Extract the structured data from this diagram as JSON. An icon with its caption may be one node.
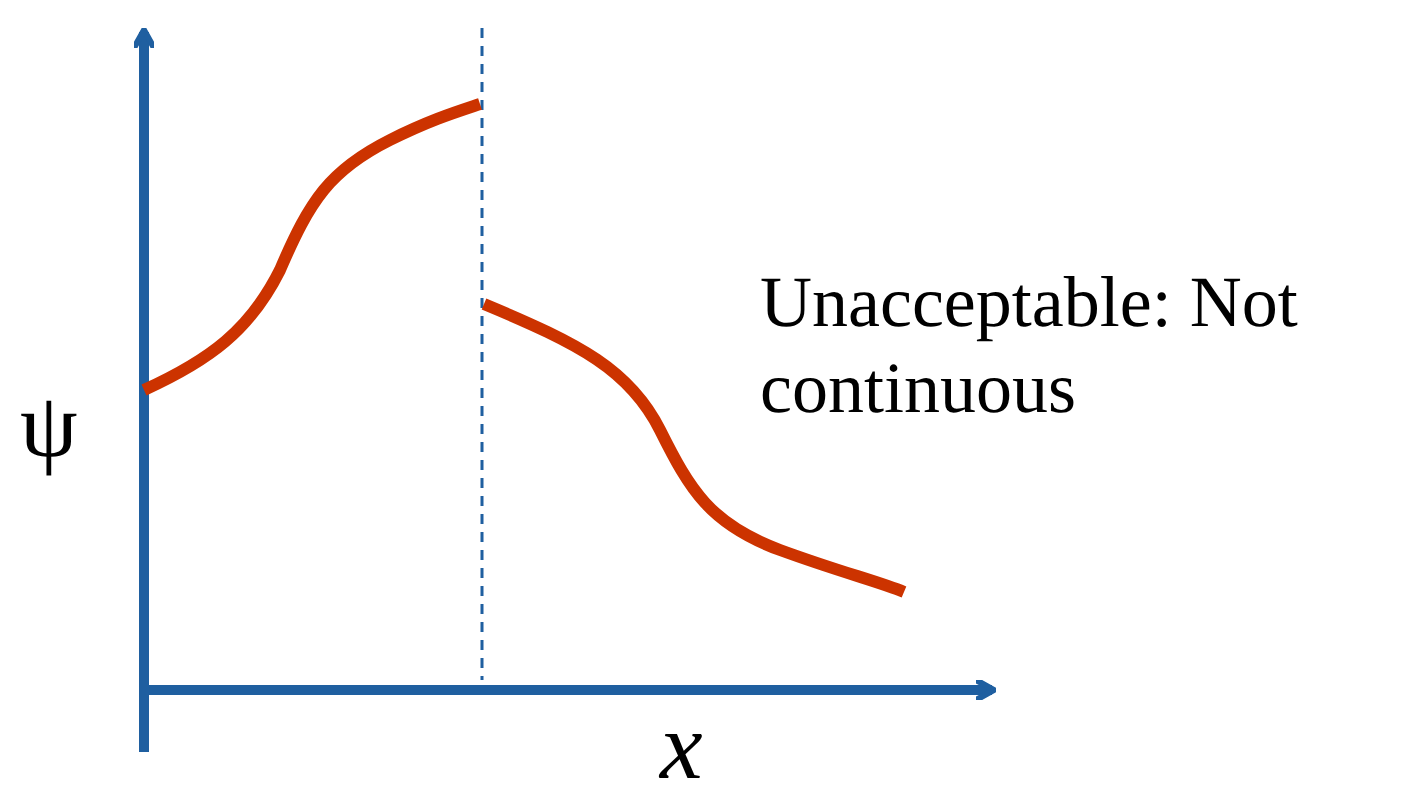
{
  "diagram": {
    "labels": [
      "ψ",
      "x",
      "Unacceptable: Not continuous"
    ]
  }
}
